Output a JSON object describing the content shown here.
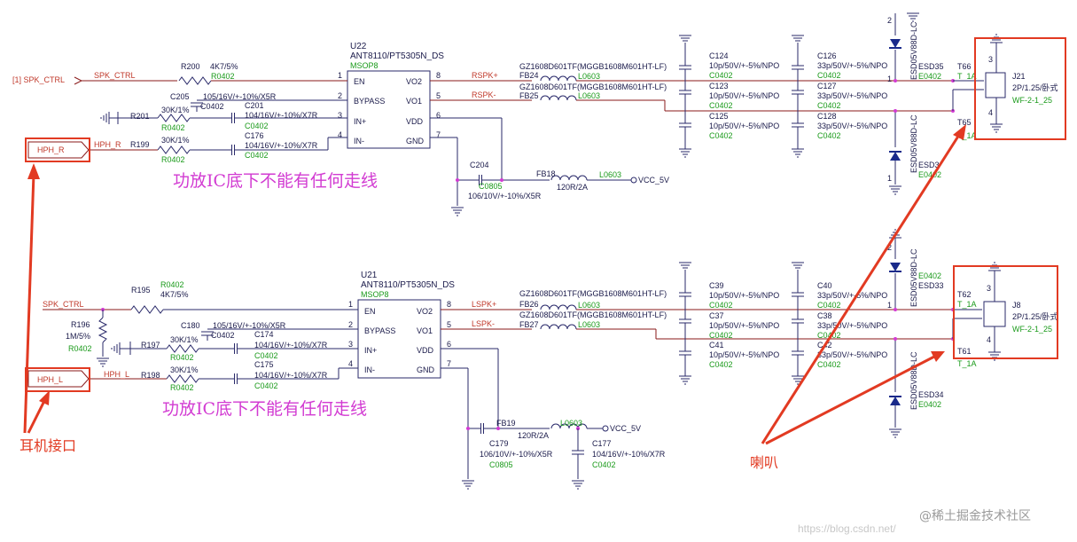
{
  "top": {
    "ic_ref": "U22",
    "ic_part": "ANT8110/PT5305N_DS",
    "ic_pkg": "MSOP8",
    "pins_left": [
      "EN",
      "BYPASS",
      "IN+",
      "IN-"
    ],
    "pins_right": [
      "VO2",
      "VO1",
      "VDD",
      "GND"
    ],
    "pin_nums_left": [
      "1",
      "2",
      "3",
      "4"
    ],
    "pin_nums_right": [
      "8",
      "5",
      "6",
      "7"
    ],
    "net_spk_ctrl_port": "[1] SPK_CTRL",
    "net_spk_ctrl": "SPK_CTRL",
    "r200": "R200",
    "r200_val": "4K7/5%",
    "r200_pkg": "R0402",
    "c205": "C205",
    "c205_val": "105/16V/+-10%/X5R",
    "c205_pkg": "C0402",
    "r201": "R201",
    "r201_val": "30K/1%",
    "r201_pkg": "R0402",
    "c201": "C201",
    "c201_val": "104/16V/+-10%/X7R",
    "c201_pkg": "C0402",
    "hph_port": "HPH_R",
    "hph_net": "HPH_R",
    "r199": "R199",
    "r199_val": "30K/1%",
    "r199_pkg": "R0402",
    "c176": "C176",
    "c176_val": "104/16V/+-10%/X7R",
    "c176_pkg": "C0402",
    "c204": "C204",
    "c204_pkg": "C0805",
    "c204_val": "106/10V/+-10%/X5R",
    "fb18": "FB18",
    "fb18_val": "120R/2A",
    "fb18_pkg": "L0603",
    "vcc": "VCC_5V",
    "note": "功放IC底下不能有任何走线",
    "spk_p": "RSPK+",
    "spk_n": "RSPK-",
    "fb24_part": "GZ1608D601TF(MGGB1608M601HT-LF)",
    "fb24": "FB24",
    "fb24_pkg": "L0603",
    "fb25_part": "GZ1608D601TF(MGGB1608M601HT-LF)",
    "fb25": "FB25",
    "fb25_pkg": "L0603",
    "c124": "C124",
    "c124_val": "10p/50V/+-5%/NPO",
    "c124_pkg": "C0402",
    "c123": "C123",
    "c123_val": "10p/50V/+-5%/NPO",
    "c123_pkg": "C0402",
    "c125": "C125",
    "c125_val": "10p/50V/+-5%/NPO",
    "c125_pkg": "C0402",
    "c126": "C126",
    "c126_val": "33p/50V/+-5%/NPO",
    "c126_pkg": "C0402",
    "c127": "C127",
    "c127_val": "33p/50V/+-5%/NPO",
    "c127_pkg": "C0402",
    "c128": "C128",
    "c128_val": "33p/50V/+-5%/NPO",
    "c128_pkg": "C0402",
    "esd_a": "ESD35",
    "esd_a_pkg": "E0402",
    "esd_b": "ESD3",
    "esd_b_pkg": "E0402",
    "esd_part": "ESD05V88D-LC",
    "tp_a": "T66",
    "tp_a_val": "T_1A",
    "tp_b": "T65",
    "tp_b_val": "T_1A",
    "conn": "J21",
    "conn_val": "2P/1.25/卧式",
    "conn_pkg": "WF-2-1_25"
  },
  "bot": {
    "ic_ref": "U21",
    "ic_part": "ANT8110/PT5305N_DS",
    "ic_pkg": "MSOP8",
    "pins_left": [
      "EN",
      "BYPASS",
      "IN+",
      "IN-"
    ],
    "pins_right": [
      "VO2",
      "VO1",
      "VDD",
      "GND"
    ],
    "pin_nums_left": [
      "1",
      "2",
      "3",
      "4"
    ],
    "pin_nums_right": [
      "8",
      "5",
      "6",
      "7"
    ],
    "net_spk_ctrl": "SPK_CTRL",
    "r195": "R195",
    "r195_val": "4K7/5%",
    "r195_pkg": "R0402",
    "r196": "R196",
    "r196_val": "1M/5%",
    "r196_pkg": "R0402",
    "c180": "C180",
    "c180_val": "105/16V/+-10%/X5R",
    "c180_pkg": "C0402",
    "r197": "R197",
    "r197_val": "30K/1%",
    "r197_pkg": "R0402",
    "c174": "C174",
    "c174_val": "104/16V/+-10%/X7R",
    "c174_pkg": "C0402",
    "hph_port": "HPH_L",
    "hph_net": "HPH_L",
    "r198": "R198",
    "r198_val": "30K/1%",
    "r198_pkg": "R0402",
    "c175": "C175",
    "c175_val": "104/16V/+-10%/X7R",
    "c175_pkg": "C0402",
    "c179": "C179",
    "c179_val": "106/10V/+-10%/X5R",
    "c179_pkg": "C0805",
    "fb19": "FB19",
    "fb19_val": "120R/2A",
    "fb19_pkg": "L0603",
    "vcc": "VCC_5V",
    "c177": "C177",
    "c177_val": "104/16V/+-10%/X7R",
    "c177_pkg": "C0402",
    "note": "功放IC底下不能有任何走线",
    "spk_p": "LSPK+",
    "spk_n": "LSPK-",
    "fb26_part": "GZ1608D601TF(MGGB1608M601HT-LF)",
    "fb26": "FB26",
    "fb26_pkg": "L0603",
    "fb27_part": "GZ1608D601TF(MGGB1608M601HT-LF)",
    "fb27": "FB27",
    "fb27_pkg": "L0603",
    "c39": "C39",
    "c39_val": "10p/50V/+-5%/NPO",
    "c39_pkg": "C0402",
    "c37": "C37",
    "c37_val": "10p/50V/+-5%/NPO",
    "c37_pkg": "C0402",
    "c41": "C41",
    "c41_val": "10p/50V/+-5%/NPO",
    "c41_pkg": "C0402",
    "c40": "C40",
    "c40_val": "33p/50V/+-5%/NPO",
    "c40_pkg": "C0402",
    "c38": "C38",
    "c38_val": "33p/50V/+-5%/NPO",
    "c38_pkg": "C0402",
    "c42": "C42",
    "c42_val": "33p/50V/+-5%/NPO",
    "c42_pkg": "C0402",
    "esd_a": "ESD33",
    "esd_a_pkg": "E0402",
    "esd_b": "ESD34",
    "esd_b_pkg": "E0402",
    "esd_part": "ESD05V88D-LC",
    "tp_a": "T62",
    "tp_a_val": "T_1A",
    "tp_b": "T61",
    "tp_b_val": "T_1A",
    "conn": "J8",
    "conn_val": "2P/1.25/卧式",
    "conn_pkg": "WF-2-1_25"
  },
  "annotations": {
    "earphone": "耳机接口",
    "speaker": "喇叭"
  },
  "watermark": {
    "brand": "@稀土掘金技术社区",
    "url": "https://blog.csdn.net/"
  },
  "colors": {
    "highlight": "#e23a22",
    "note": "#d23bd2",
    "package": "#1a9a1a",
    "wire": "#2a2a6a"
  }
}
